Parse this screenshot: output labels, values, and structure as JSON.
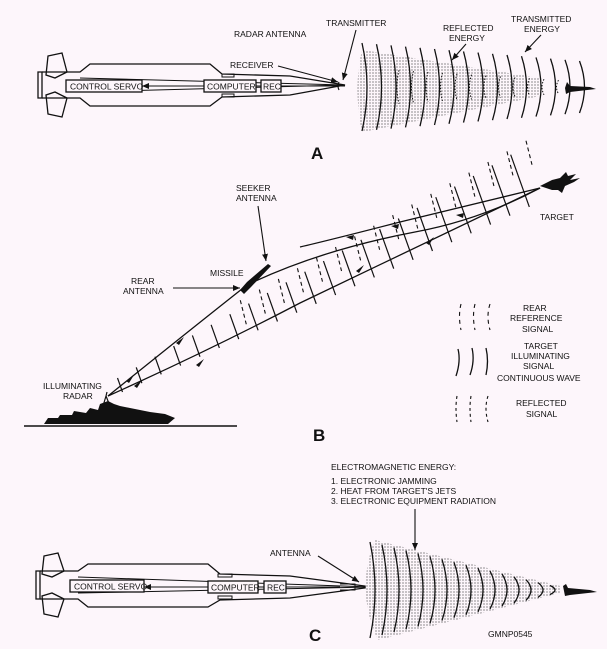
{
  "colors": {
    "ink": "#111111",
    "background": "#fdf6fb",
    "stipple": "#555555"
  },
  "panel_a": {
    "letter": "A",
    "labels": {
      "radar_antenna": "RADAR ANTENNA",
      "transmitter": "TRANSMITTER",
      "receiver": "RECEIVER",
      "reflected_energy_1": "REFLECTED",
      "reflected_energy_2": "ENERGY",
      "transmitted_energy_1": "TRANSMITTED",
      "transmitted_energy_2": "ENERGY"
    },
    "boxes": {
      "control_servo": "CONTROL SERVO",
      "computer": "COMPUTER",
      "rec": "REC"
    }
  },
  "panel_b": {
    "letter": "B",
    "labels": {
      "seeker_antenna_1": "SEEKER",
      "seeker_antenna_2": "ANTENNA",
      "missile": "MISSILE",
      "rear_antenna_1": "REAR",
      "rear_antenna_2": "ANTENNA",
      "target": "TARGET",
      "illuminating_radar_1": "ILLUMINATING",
      "illuminating_radar_2": "RADAR"
    },
    "legend": [
      {
        "symbol": "dashed-arcs",
        "lines": [
          "REAR",
          "REFERENCE",
          "SIGNAL"
        ]
      },
      {
        "symbol": "solid-arcs",
        "lines": [
          "TARGET",
          "ILLUMINATING",
          "SIGNAL",
          "CONTINUOUS WAVE"
        ]
      },
      {
        "symbol": "short-dashed-arcs",
        "lines": [
          "REFLECTED",
          "SIGNAL"
        ]
      }
    ]
  },
  "panel_c": {
    "letter": "C",
    "labels": {
      "antenna": "ANTENNA",
      "em_title": "ELECTROMAGNETIC ENERGY:",
      "em_items": [
        "1. ELECTRONIC JAMMING",
        "2. HEAT FROM TARGET'S JETS",
        "3. ELECTRONIC EQUIPMENT RADIATION"
      ]
    },
    "boxes": {
      "control_servo": "CONTROL SERVO",
      "computer": "COMPUTER",
      "rec": "REC"
    },
    "figure_id": "GMNP0545"
  }
}
